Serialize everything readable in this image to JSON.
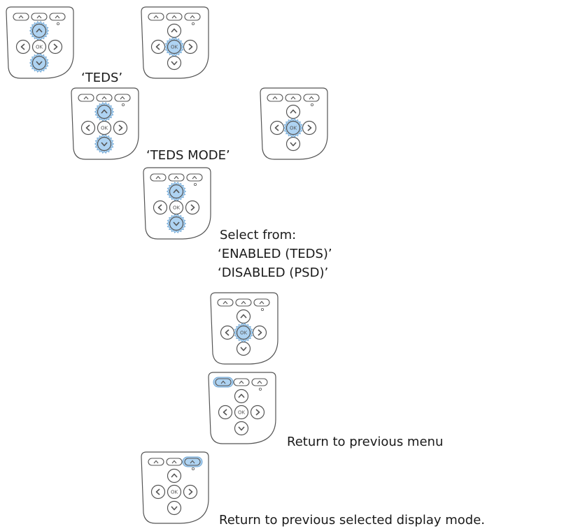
{
  "labels": {
    "teds": "‘TEDS’",
    "teds_mode": "‘TEDS MODE’",
    "select_from": "Select from:",
    "option_enabled": "‘ENABLED (TEDS)’",
    "option_disabled": "‘DISABLED (PSD)’",
    "return_menu": "Return to previous menu",
    "return_display": "Return to previous selected display mode."
  },
  "keypad_diagram": {
    "highlight_color": "#aed3f2",
    "highlight_stroke": "#6fa6d4",
    "outline_color": "#555555",
    "ok_key_text": "OK",
    "steps": [
      {
        "id": "k1",
        "highlight": [
          "up",
          "down"
        ]
      },
      {
        "id": "k2",
        "highlight": [
          "ok"
        ]
      },
      {
        "id": "k3",
        "highlight": [
          "up",
          "down"
        ]
      },
      {
        "id": "k4",
        "highlight": [
          "ok"
        ]
      },
      {
        "id": "k5",
        "highlight": [
          "up",
          "down"
        ]
      },
      {
        "id": "k6",
        "highlight": [
          "ok"
        ]
      },
      {
        "id": "k7",
        "highlight": [
          "top-left"
        ]
      },
      {
        "id": "k8",
        "highlight": [
          "top-right"
        ]
      }
    ]
  }
}
